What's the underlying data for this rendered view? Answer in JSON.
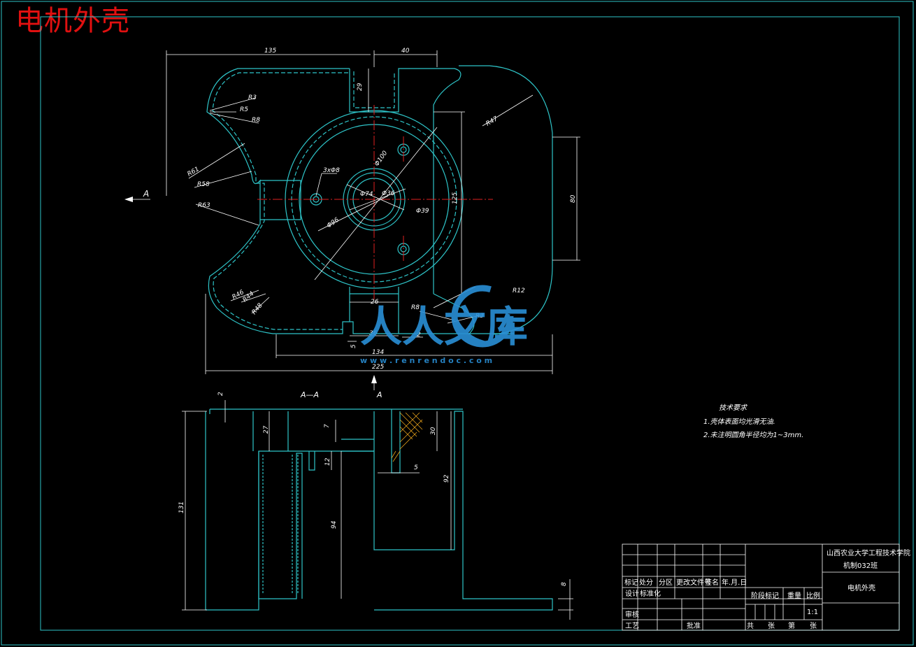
{
  "title": "电机外壳",
  "top_view": {
    "section_marker": "A",
    "dims": {
      "d135": "135",
      "d40": "40",
      "d29": "29",
      "r3": "R3",
      "r5": "R5",
      "r8": "R8",
      "r61": "R61",
      "r58": "R58",
      "r63": "R63",
      "r47": "R47",
      "d80": "80",
      "d125": "125",
      "phi100": "Φ100",
      "holes": "3xΦ8",
      "phi74": "Φ74",
      "phi36": "Φ36",
      "phi39": "Φ39",
      "phi96": "Φ96",
      "r46": "R46",
      "r44": "R44",
      "r48": "R48",
      "d26": "26",
      "d36": "36",
      "d5": "5",
      "d2": "2",
      "r12": "R12",
      "r8b": "R8",
      "r3b": "R3",
      "d134": "134",
      "d225": "225"
    }
  },
  "section_view": {
    "label": "A—A",
    "marker": "A",
    "dims": {
      "d2": "2",
      "d27": "27",
      "d7": "7",
      "d12": "12",
      "d30": "30",
      "d5": "5",
      "d92": "92",
      "d131": "131",
      "d94": "94",
      "d8": "8"
    }
  },
  "tech_req": {
    "heading": "技术要求",
    "items": [
      "1.壳体表面均光滑无油.",
      "2.未注明圆角半径均为1~3mm."
    ]
  },
  "title_block": {
    "school": "山西农业大学工程技术学院",
    "class": "机制032班",
    "part_name": "电机外壳",
    "headers": [
      "标记",
      "处分",
      "分区",
      "更改文件号",
      "签名",
      "年.月.日"
    ],
    "design": "设计",
    "standardize": "标准化",
    "review": "审核",
    "process": "工艺",
    "approve": "批准",
    "stage_mark": "阶段标记",
    "weight": "重量",
    "scale_label": "比例",
    "scale": "1:1",
    "total": "共",
    "sheets": "张",
    "sheet_no": "第",
    "sheets2": "张"
  },
  "watermark": {
    "text": "人人文库",
    "url": "w w w . r e n r e n d o c . c o m"
  },
  "colors": {
    "outline": "#2ec4c8",
    "dimension": "#ffffff",
    "center": "#e02020",
    "title": "#e01010",
    "hatch": "#e8a21a"
  }
}
